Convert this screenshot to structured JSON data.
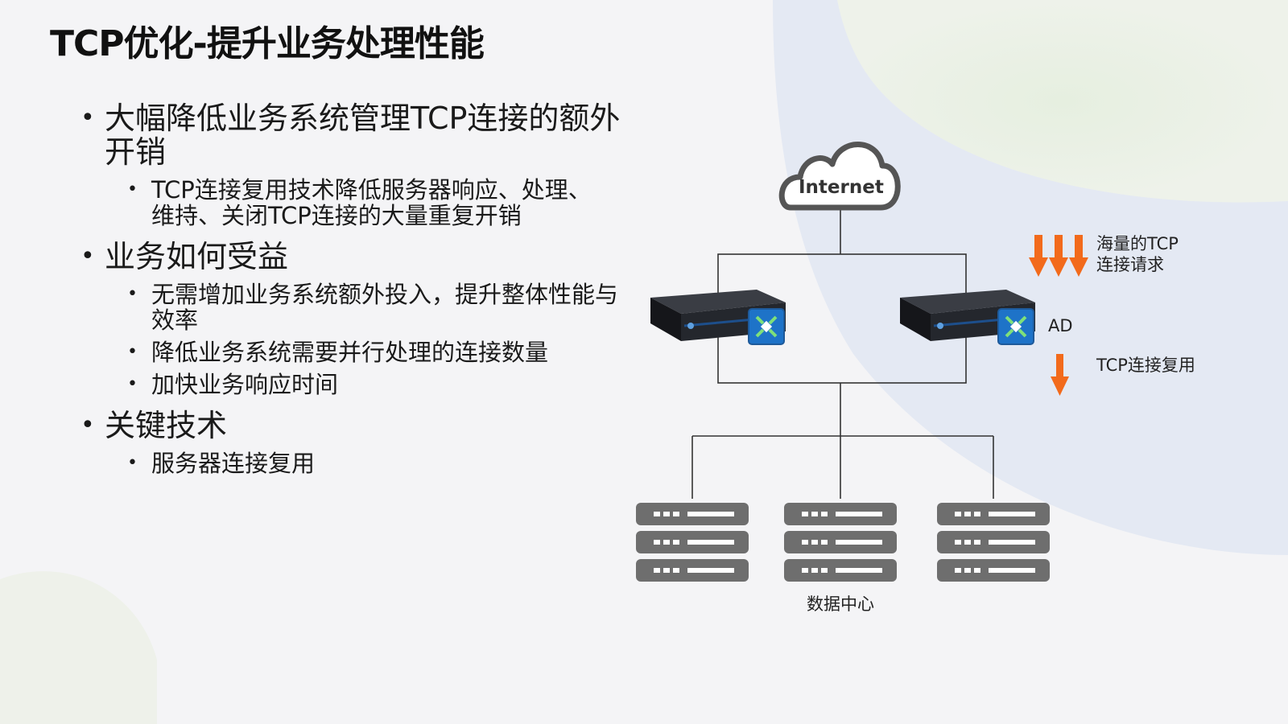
{
  "slide": {
    "title": "TCP优化-提升业务处理性能",
    "bullets": [
      {
        "text": "大幅降低业务系统管理TCP连接的额外开销",
        "sub": [
          "TCP连接复用技术降低服务器响应、处理、维持、关闭TCP连接的大量重复开销"
        ]
      },
      {
        "text": "业务如何受益",
        "sub": [
          "无需增加业务系统额外投入，提升整体性能与效率",
          "降低业务系统需要并行处理的连接数量",
          "加快业务响应时间"
        ]
      },
      {
        "text": "关键技术",
        "sub": [
          "服务器连接复用"
        ]
      }
    ]
  },
  "diagram": {
    "cloud_label": "Internet",
    "requests_label_line1": "海量的TCP",
    "requests_label_line2": "连接请求",
    "ad_label": "AD",
    "reuse_label": "TCP连接复用",
    "datacenter_label": "数据中心",
    "colors": {
      "arrow": "#f26a1b",
      "line": "#333333",
      "server": "#6e6e6e"
    },
    "icons": [
      "cloud-icon",
      "appliance-icon",
      "server-rack-icon",
      "arrow-down-icon"
    ]
  }
}
